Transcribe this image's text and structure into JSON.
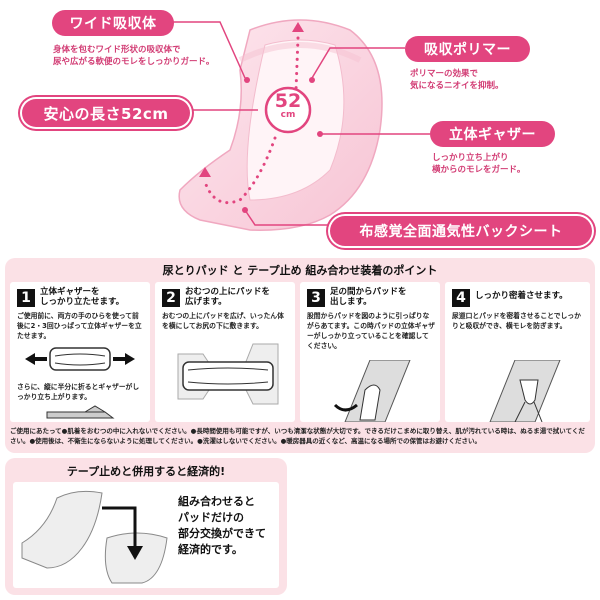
{
  "hero": {
    "features": [
      {
        "label": "ワイド吸収体",
        "desc": [
          "身体を包むワイド形状の吸収体で",
          "尿や広がる軟便のモレをしっかりガード。"
        ]
      },
      {
        "label": "安心の長さ52cm"
      },
      {
        "label": "吸収ポリマー",
        "desc": [
          "ポリマーの効果で",
          "気になるニオイを抑制。"
        ]
      },
      {
        "label": "立体ギャザー",
        "desc": [
          "しっかり立ち上がり",
          "横からのモレをガード。"
        ]
      },
      {
        "label": "布感覚全面通気性バックシート"
      }
    ],
    "length_badge": {
      "value": "52",
      "unit": "cm"
    },
    "accent_color": "#e2457f"
  },
  "guide": {
    "title": "尿とりパッド と テープ止め 組み合わせ装着のポイント",
    "steps": [
      {
        "num": "1",
        "head": "立体ギャザーを\nしっかり立たせます。",
        "body": "ご使用前に、両方の手のひらを使って前後に2・3回ひっぱって立体ギャザーを立たせます。",
        "sub": "さらに、縦に半分に折るとギャザーがしっかり立ち上がります。"
      },
      {
        "num": "2",
        "head": "おむつの上にパッドを\n広げます。",
        "body": "おむつの上にパッドを広げ、いったん体を横にしてお尻の下に敷きます。"
      },
      {
        "num": "3",
        "head": "足の間からパッドを\n出します。",
        "body": "股間からパッドを図のように引っぱりながらあてます。この時パッドの立体ギャザーがしっかり立っていることを確認してください。"
      },
      {
        "num": "4",
        "head": "しっかり密着させます。",
        "body": "尿道口とパッドを密着させることでしっかりと吸収ができ、横モレを防ぎます。"
      }
    ],
    "caution": "ご使用にあたって●肌着をおむつの中に入れないでください。●長時間使用も可能ですが、いつも清潔な状態が大切です。できるだけこまめに取り替え、肌が汚れている時は、ぬるま湯で拭いてください。●使用後は、不衛生にならないように処理してください。●洗濯はしないでください。●暖房器具の近くなど、高温になる場所での保管はお避けください。"
  },
  "economy": {
    "title": "テープ止めと併用すると経済的!",
    "text": "組み合わせると\nパッドだけの\n部分交換ができて\n経済的です。"
  }
}
